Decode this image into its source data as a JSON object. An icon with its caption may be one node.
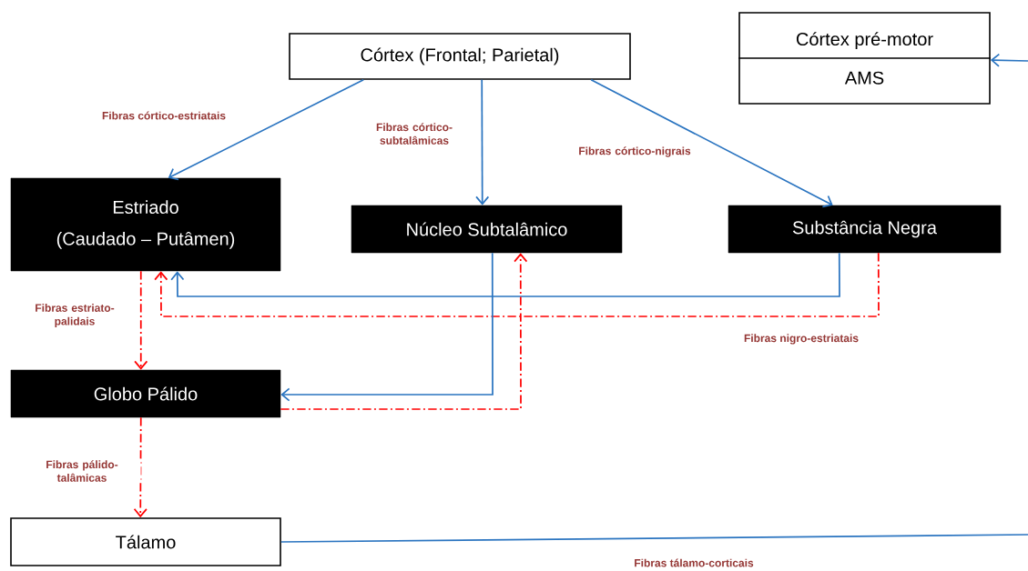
{
  "diagram": {
    "nodes": [
      {
        "text": [
          "Córtex (Frontal; Parietal)"
        ]
      },
      {
        "text": [
          "Córtex pré-motor",
          "AMS"
        ]
      },
      {
        "text": [
          "Estriado",
          "(Caudado – Putâmen)"
        ]
      },
      {
        "text": [
          "Núcleo Subtalâmico"
        ]
      },
      {
        "text": [
          "Substância Negra"
        ]
      },
      {
        "text": [
          "Globo Pálido"
        ]
      },
      {
        "text": [
          "Tálamo"
        ]
      }
    ],
    "edges": [
      {
        "from": 0,
        "to": 2,
        "arrow": "to",
        "label": "Fibras córtico-estriatais"
      },
      {
        "from": 0,
        "to": 3,
        "arrow": "to",
        "label": "Fibras córtico-subtalâmicas"
      },
      {
        "from": 0,
        "to": 4,
        "arrow": "to",
        "label": "Fibras córtico-nigrais"
      },
      {
        "from": 2,
        "to": 5,
        "arrow": "to",
        "label": "Fibras estriato-palidais",
        "style": "dashed",
        "color": "#ff0000"
      },
      {
        "from": 4,
        "to": 2,
        "arrow": "to"
      },
      {
        "from": 4,
        "to": 2,
        "arrow": "to",
        "label": "Fibras nigro-estriatais",
        "style": "dashed",
        "color": "#ff0000"
      },
      {
        "from": 3,
        "to": 5,
        "arrow": "to"
      },
      {
        "from": 5,
        "to": 3,
        "arrow": "to",
        "style": "dashed",
        "color": "#ff0000"
      },
      {
        "from": 5,
        "to": 6,
        "arrow": "to",
        "label": "Fibras pálido-talâmicas",
        "style": "dashed",
        "color": "#ff0000"
      },
      {
        "from": 6,
        "to": null,
        "arrow": "none",
        "label": "Fibras tálamo-corticais"
      },
      {
        "from": null,
        "to": 1,
        "arrow": "to"
      }
    ]
  }
}
